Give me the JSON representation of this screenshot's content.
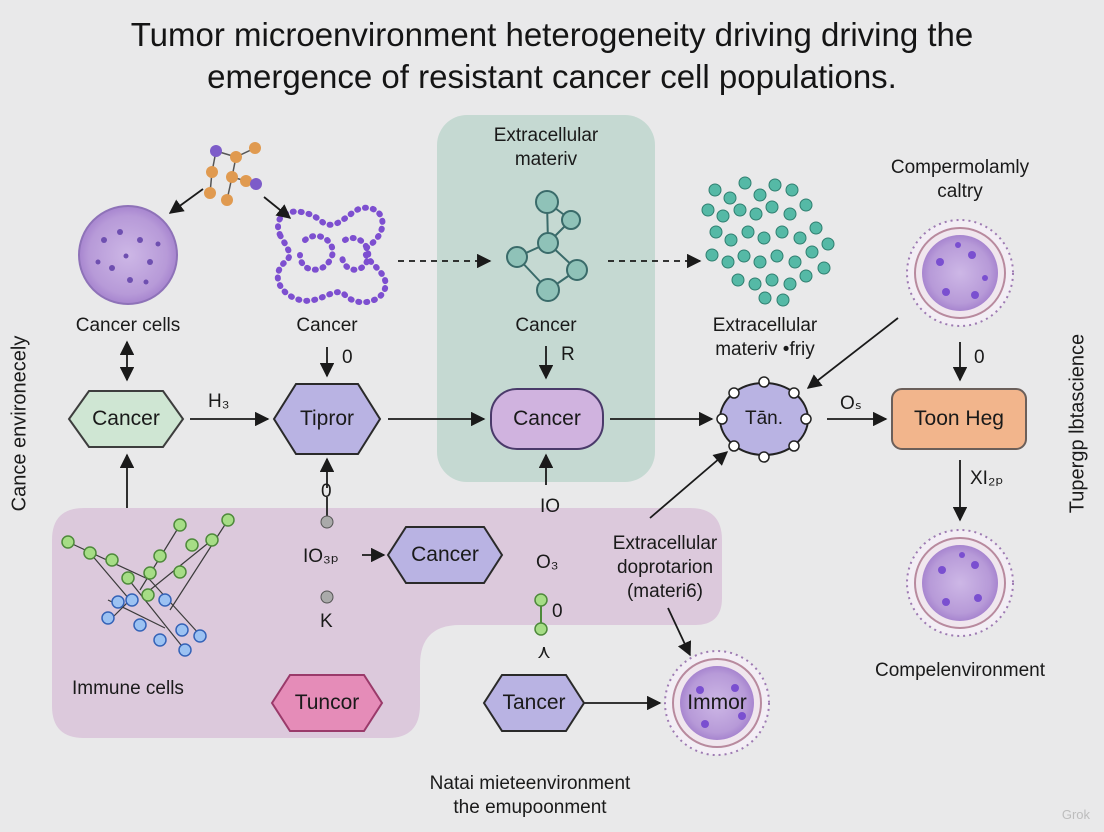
{
  "title": {
    "line1": "Tumor microenvironment heterogeneity driving driving the",
    "line2": "emergence of resistant cancer cell populations."
  },
  "side_labels": {
    "left": "Cance environecely",
    "right": "Tupergp lbtascience"
  },
  "panels": {
    "ecm": {
      "title_line1": "Extracellular",
      "title_line2": "materiv"
    }
  },
  "top_row": {
    "cancer_cells": "Cancer cells",
    "cancer_chain": "Cancer",
    "cancer_network": "Cancer",
    "ecm_label_line1": "Extracellular",
    "ecm_label_line2": "materiv •friy",
    "compartment_line1": "Compermolamly",
    "compartment_line2": "caltry"
  },
  "nodes": {
    "cancer_green": "Cancer",
    "tipror": "Tipror",
    "cancer_center": "Cancer",
    "tan": "Tān.",
    "toon_heg": "Toon Heg",
    "cancer_purple": "Cancer",
    "tuncor": "Tuncor",
    "tancer": "Tancer",
    "immor": "Immor"
  },
  "edge_labels": {
    "h3": "H₃",
    "o_down_tipror": "0",
    "r_down_cancer": "R",
    "o_down_toon": "0",
    "os": "Oₛ",
    "xl2p": "XI₂ₚ",
    "io3p": "IO₃ₚ",
    "o3": "O₃",
    "k": "K",
    "io": "IO",
    "o_small": "0",
    "slash_o": "0",
    "caret": "⋏"
  },
  "lower_labels": {
    "immune_cells": "Immune cells",
    "ecm_dop_line1": "Extracellular",
    "ecm_dop_line2": "doprotarion",
    "ecm_dop_line3": "(materi6)",
    "compel": "Compelenvironment",
    "bottom_line1": "Natai mieteenvironment",
    "bottom_line2": "the emupoonment"
  },
  "watermark": "Grok",
  "colors": {
    "background": "#e9e9ea",
    "ecm_panel": "#c5d9d2",
    "immune_panel": "#dcc9dc",
    "green_node": "#cfe6d3",
    "purple_node": "#b9b3e3",
    "pink_node": "#e58cb8",
    "orange_node": "#f2b58c",
    "cell_fill": "#c7aee1"
  }
}
